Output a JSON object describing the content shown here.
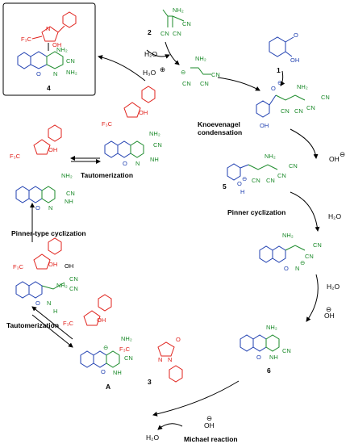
{
  "compounds": {
    "c1": "1",
    "c2": "2",
    "c3": "3",
    "c4": "4",
    "c5": "5",
    "c6": "6",
    "cA": "A"
  },
  "steps": {
    "knoevenagel_line1": "Knoevenagel",
    "knoevenagel_line2": "condensation",
    "pinner": "Pinner cyclization",
    "pinner_type": "Pinner-type cyclization",
    "tautomerization_top": "Tautomerization",
    "tautomerization_bottom": "Tautomerization",
    "michael": "Michael reaction"
  },
  "species": {
    "h2o": "H₂O",
    "h3o": "H₃O",
    "oh": "OH",
    "minus": "⊖",
    "plus": "⊕"
  },
  "atoms": {
    "nh2": "NH₂",
    "cn": "CN",
    "oh": "OH",
    "cf3": "F₃C",
    "n": "N",
    "nh": "NH",
    "o": "O",
    "h": "H",
    "o_minus": "O",
    "nh_minus": "NH"
  },
  "colors": {
    "pyrazole": "#e0211b",
    "malononitrile": "#1b8a2a",
    "salicylaldehyde": "#1f3fb0",
    "text": "#000000"
  }
}
